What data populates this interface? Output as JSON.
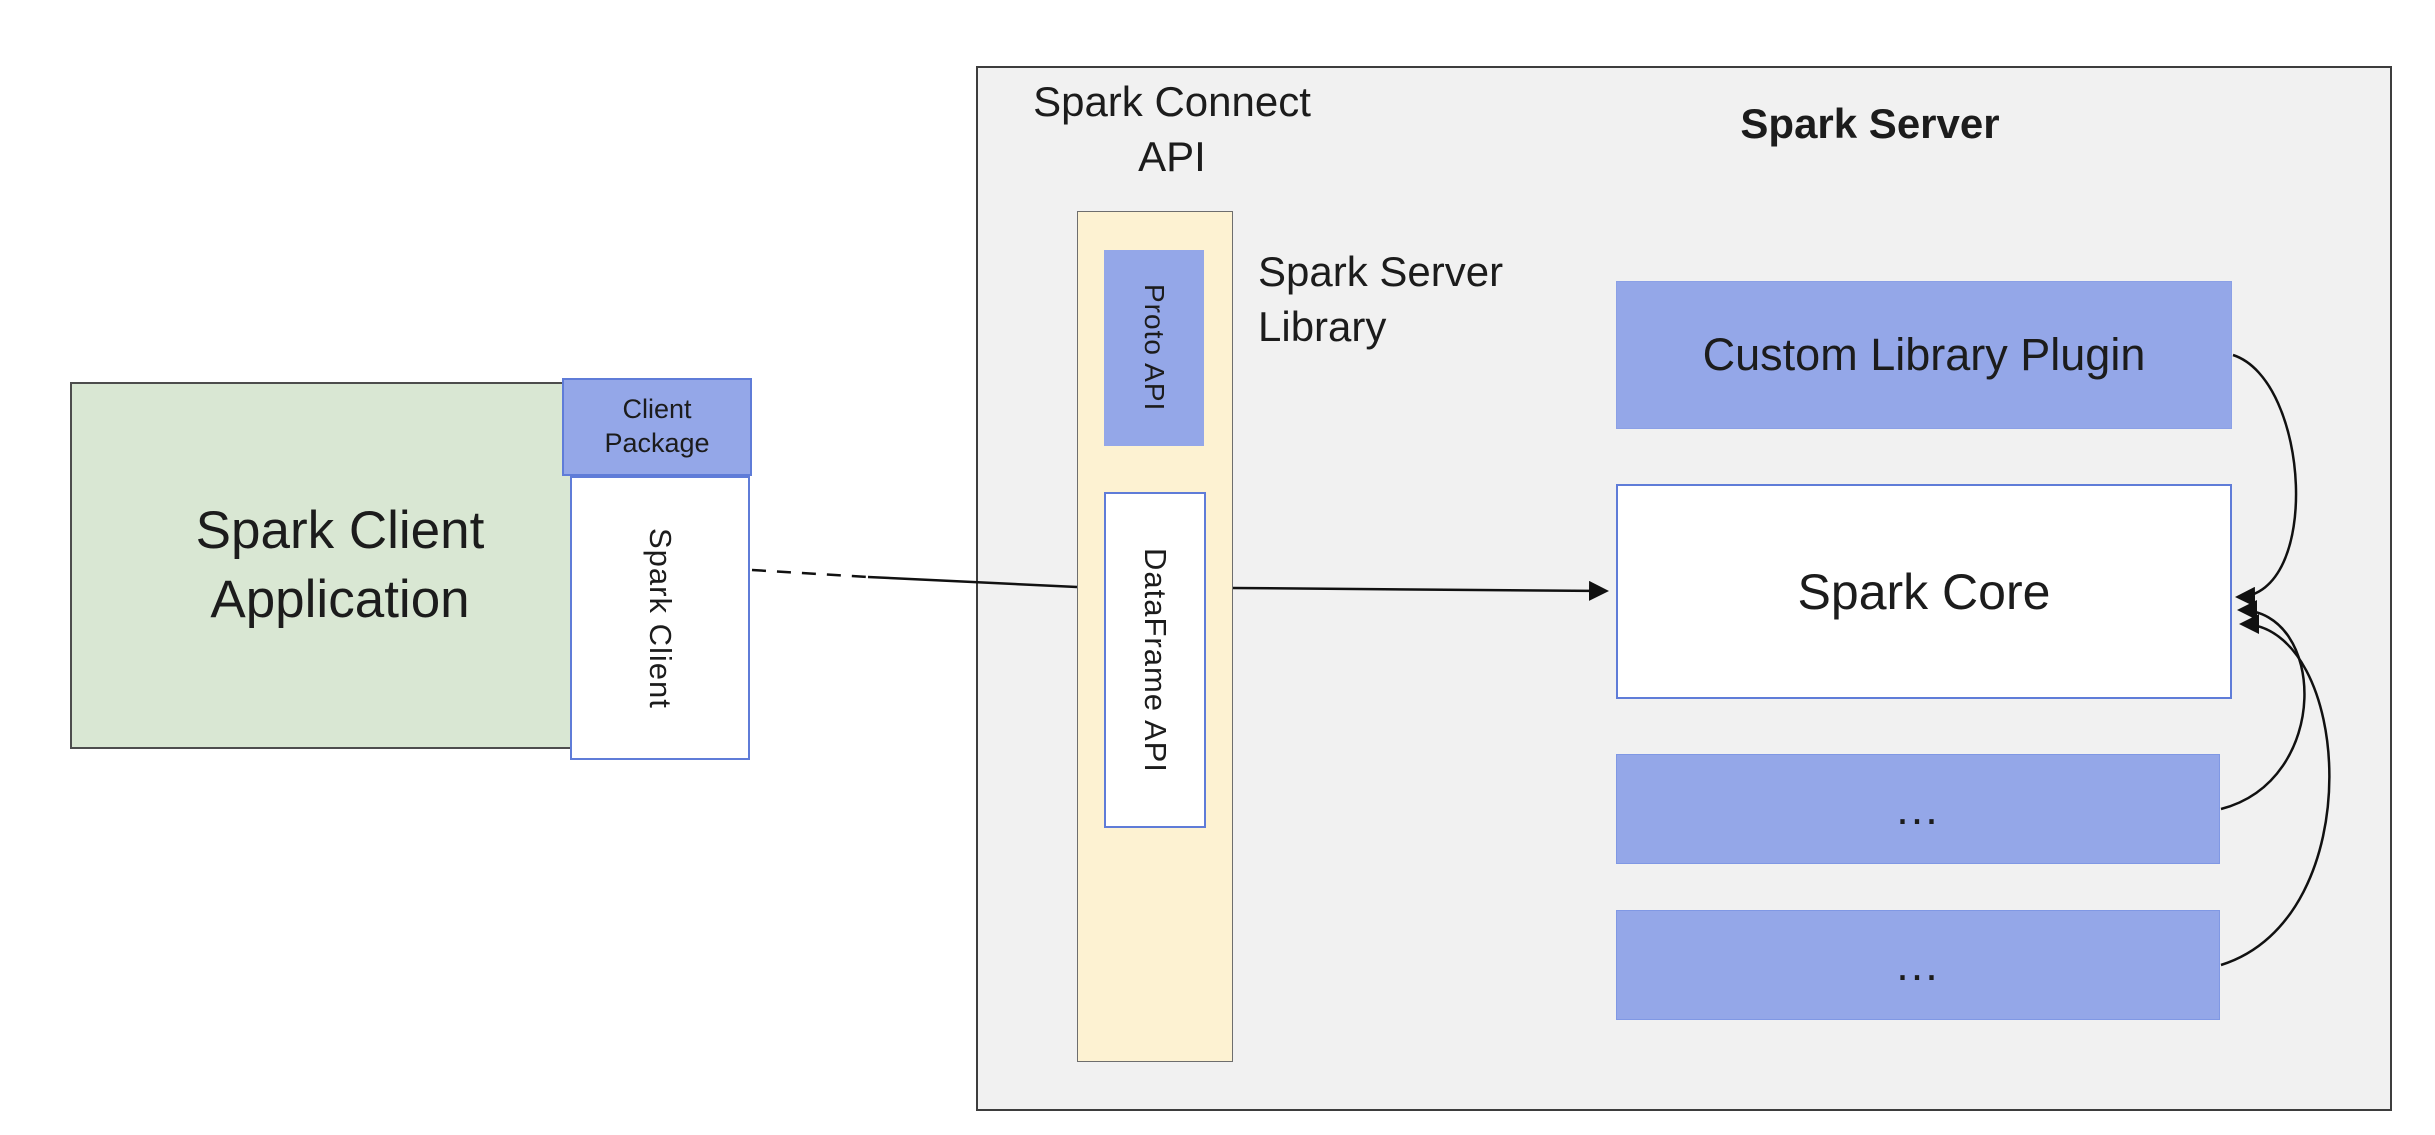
{
  "colors": {
    "green_fill": "#d9e7d3",
    "blue_fill": "#94a7e8",
    "blue_border": "#5f7cd8",
    "yellow_fill": "#fdf2d2",
    "gray_fill": "#f1f1f1",
    "text": "#1c1c1c"
  },
  "client": {
    "application_label": "Spark Client Application",
    "package_label": "Client Package",
    "spark_client_label": "Spark Client"
  },
  "connect": {
    "api_label": "Spark Connect API",
    "proto_label": "Proto API",
    "dataframe_label": "DataFrame API",
    "server_library_label": "Spark Server Library"
  },
  "server": {
    "title": "Spark Server",
    "plugin_label": "Custom Library Plugin",
    "core_label": "Spark Core",
    "more_label_1": "...",
    "more_label_2": "..."
  }
}
